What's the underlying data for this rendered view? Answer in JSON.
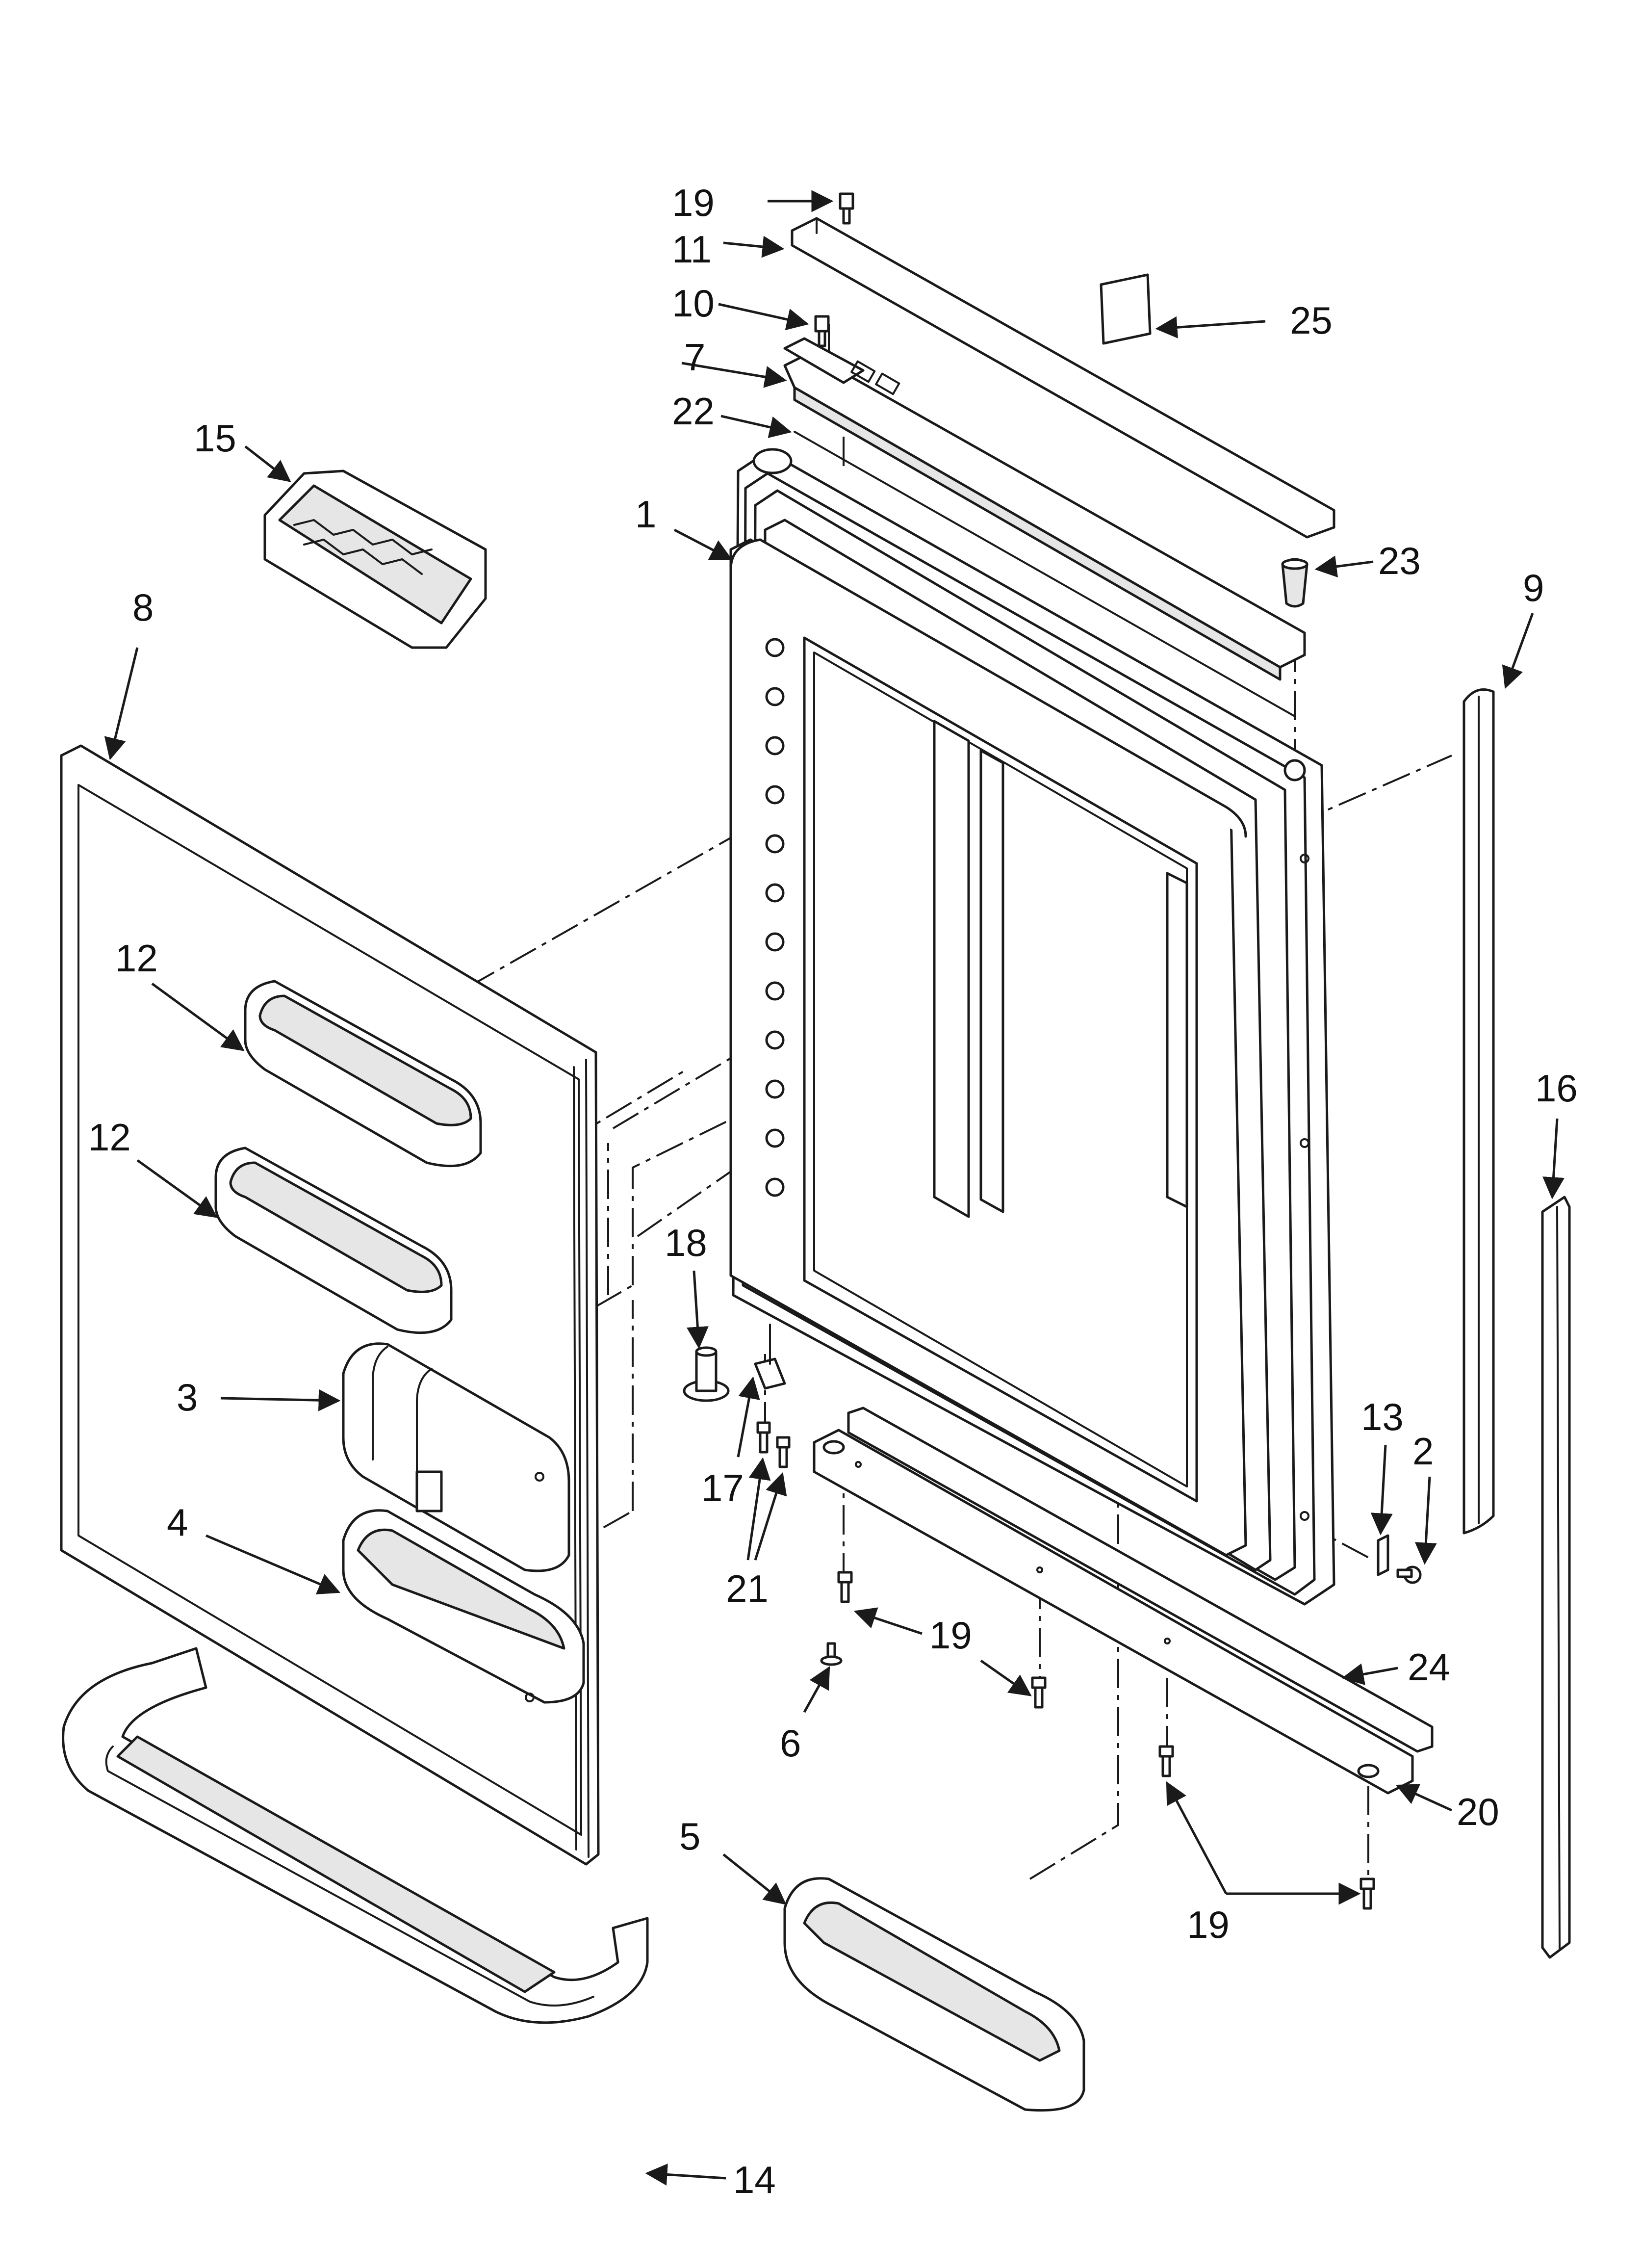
{
  "callouts": [
    {
      "id": "c19a",
      "label": "19"
    },
    {
      "id": "c11",
      "label": "11"
    },
    {
      "id": "c10",
      "label": "10"
    },
    {
      "id": "c7",
      "label": "7"
    },
    {
      "id": "c22",
      "label": "22"
    },
    {
      "id": "c25",
      "label": "25"
    },
    {
      "id": "c15",
      "label": "15"
    },
    {
      "id": "c1",
      "label": "1"
    },
    {
      "id": "c23",
      "label": "23"
    },
    {
      "id": "c9",
      "label": "9"
    },
    {
      "id": "c8",
      "label": "8"
    },
    {
      "id": "c12a",
      "label": "12"
    },
    {
      "id": "c12b",
      "label": "12"
    },
    {
      "id": "c16",
      "label": "16"
    },
    {
      "id": "c18",
      "label": "18"
    },
    {
      "id": "c3",
      "label": "3"
    },
    {
      "id": "c13",
      "label": "13"
    },
    {
      "id": "c2",
      "label": "2"
    },
    {
      "id": "c17",
      "label": "17"
    },
    {
      "id": "c4",
      "label": "4"
    },
    {
      "id": "c21",
      "label": "21"
    },
    {
      "id": "c19b",
      "label": "19"
    },
    {
      "id": "c24",
      "label": "24"
    },
    {
      "id": "c6",
      "label": "6"
    },
    {
      "id": "c20",
      "label": "20"
    },
    {
      "id": "c5",
      "label": "5"
    },
    {
      "id": "c19c",
      "label": "19"
    },
    {
      "id": "c14",
      "label": "14"
    }
  ]
}
